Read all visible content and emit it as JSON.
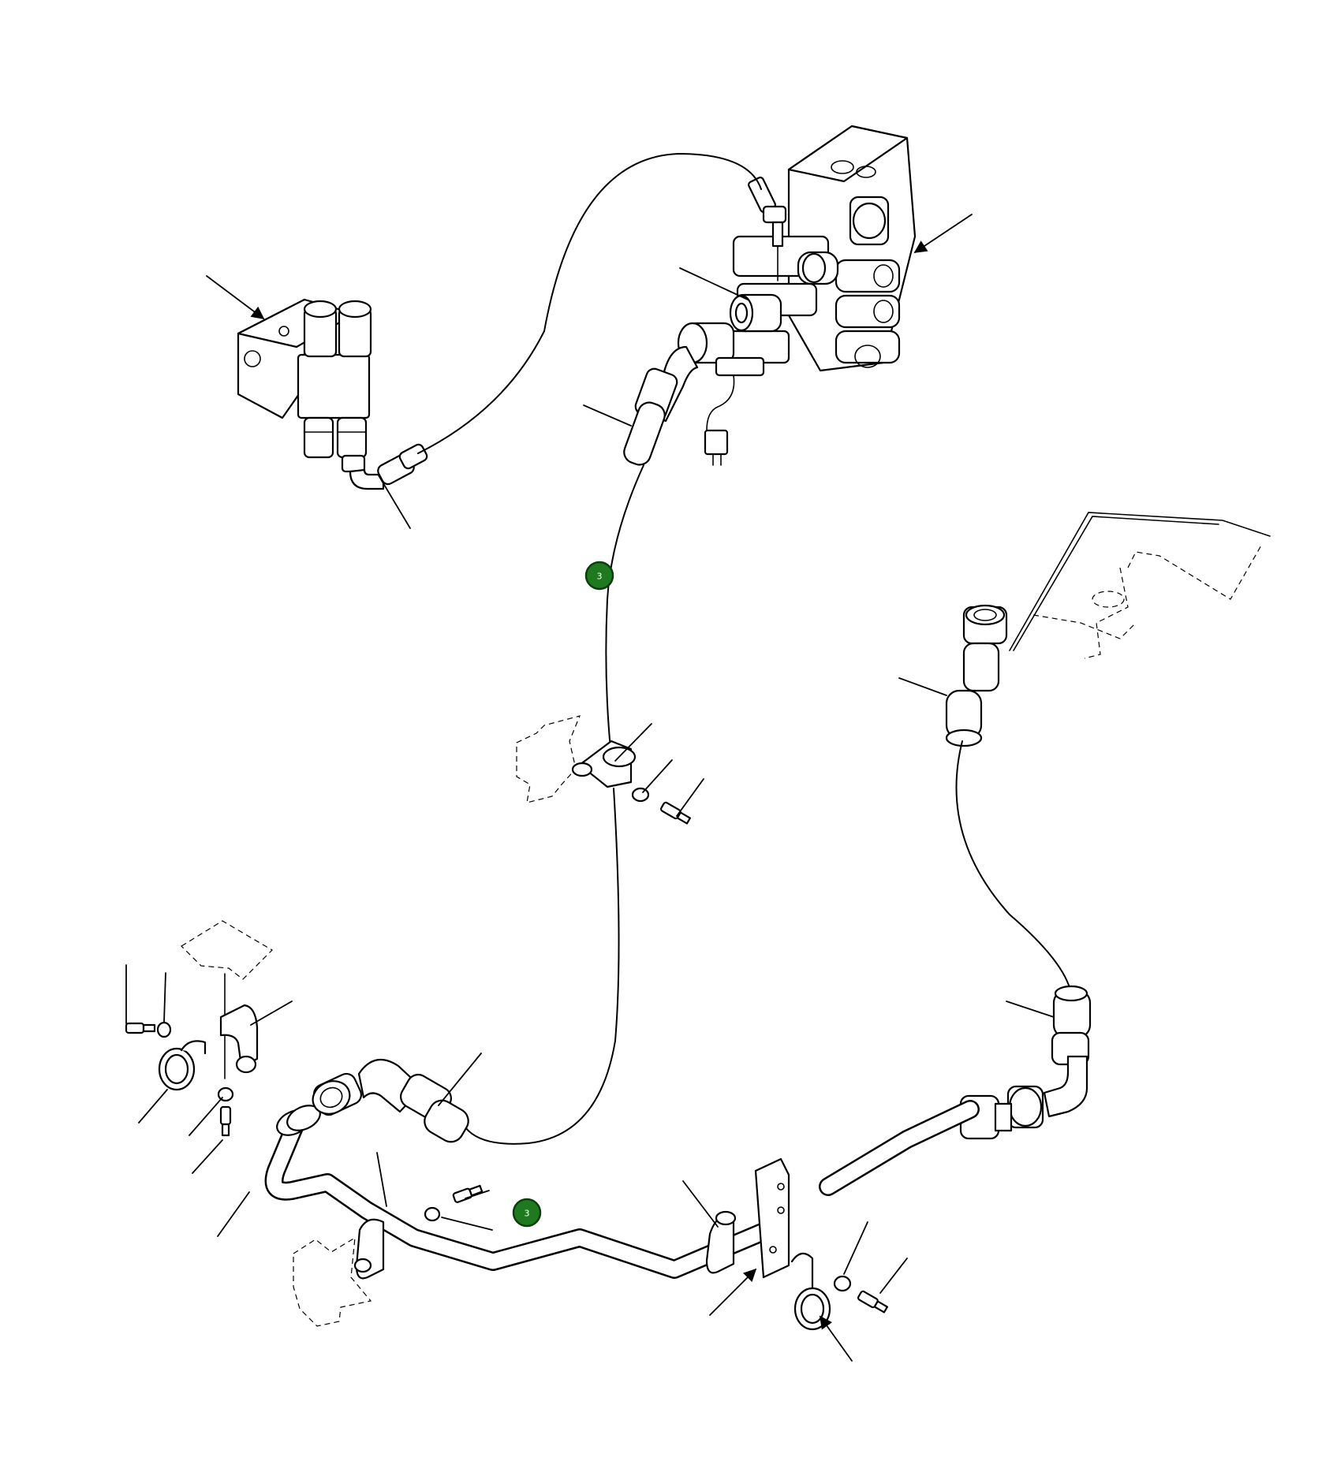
{
  "callouts": [
    {
      "id": "callout-upper",
      "label": "3"
    },
    {
      "id": "callout-lower",
      "label": "3"
    }
  ],
  "colors": {
    "callout_fill": "#1f7a1f",
    "line": "#000000",
    "background": "#ffffff"
  },
  "icons": [
    "arrow-pointer-icon"
  ]
}
